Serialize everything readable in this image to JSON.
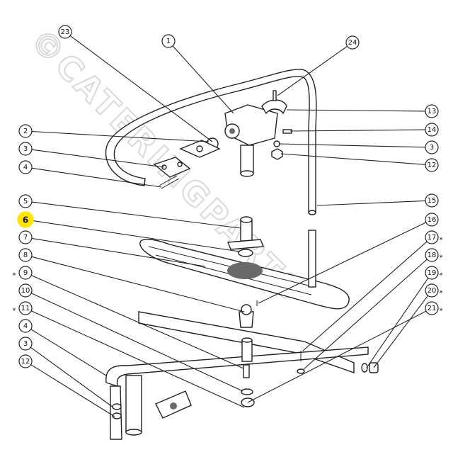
{
  "diagram": {
    "watermark": "©CATERINGPARTS",
    "highlighted_callout": "6",
    "highlight_color": "#ffe600",
    "line_color": "#222222",
    "callouts": [
      {
        "id": "23",
        "label": "23",
        "starred": false
      },
      {
        "id": "1",
        "label": "1",
        "starred": false
      },
      {
        "id": "24",
        "label": "24",
        "starred": false
      },
      {
        "id": "13",
        "label": "13",
        "starred": false
      },
      {
        "id": "14",
        "label": "14",
        "starred": false
      },
      {
        "id": "3a",
        "label": "3",
        "starred": false
      },
      {
        "id": "12a",
        "label": "12",
        "starred": false
      },
      {
        "id": "15",
        "label": "15",
        "starred": false
      },
      {
        "id": "16",
        "label": "16",
        "starred": false
      },
      {
        "id": "17",
        "label": "17",
        "starred": true
      },
      {
        "id": "18",
        "label": "18",
        "starred": true
      },
      {
        "id": "19",
        "label": "19",
        "starred": true
      },
      {
        "id": "20",
        "label": "20",
        "starred": true
      },
      {
        "id": "21",
        "label": "21",
        "starred": true
      },
      {
        "id": "2",
        "label": "2",
        "starred": false
      },
      {
        "id": "3b",
        "label": "3",
        "starred": false
      },
      {
        "id": "4a",
        "label": "4",
        "starred": false
      },
      {
        "id": "5",
        "label": "5",
        "starred": false
      },
      {
        "id": "6",
        "label": "6",
        "starred": false
      },
      {
        "id": "7",
        "label": "7",
        "starred": false
      },
      {
        "id": "8",
        "label": "8",
        "starred": false
      },
      {
        "id": "9",
        "label": "9",
        "starred": true
      },
      {
        "id": "10",
        "label": "10",
        "starred": false
      },
      {
        "id": "11",
        "label": "11",
        "starred": true
      },
      {
        "id": "4b",
        "label": "4",
        "starred": false
      },
      {
        "id": "3c",
        "label": "3",
        "starred": false
      },
      {
        "id": "12b",
        "label": "12",
        "starred": false
      }
    ],
    "star_symbol": "*"
  }
}
